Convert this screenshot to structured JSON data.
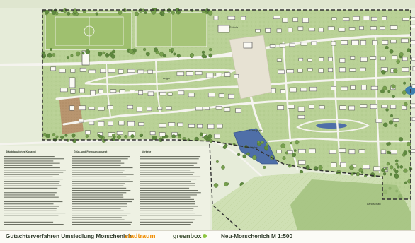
{
  "footer": {
    "title": "Gutachterverfahren Umsiedlung Morschenich",
    "firm1": "stadtraum",
    "firm2": "greenbox",
    "scale_label": "Neu-Morschenich M 1:500"
  },
  "map_labels": {
    "square": "Marktplatz",
    "pond_area": "Grünfläche",
    "green_center": "Anger",
    "lower_park": "Landschaft",
    "school": "Schule"
  },
  "text_columns": {
    "col1_heading": "Städtebauliches Konzept",
    "col2_heading": "Grün- und Freiraumkonzept",
    "col3_heading": "Verkehr"
  },
  "colors": {
    "meadow": "#bcd39a",
    "field_light": "#e8eddc",
    "road": "#f5f4ef",
    "water": "#4f6fa8",
    "sand": "#b89470",
    "border_dash": "#333333",
    "stadtraum": "#f08c00",
    "greenbox_dot": "#8dc63f"
  }
}
